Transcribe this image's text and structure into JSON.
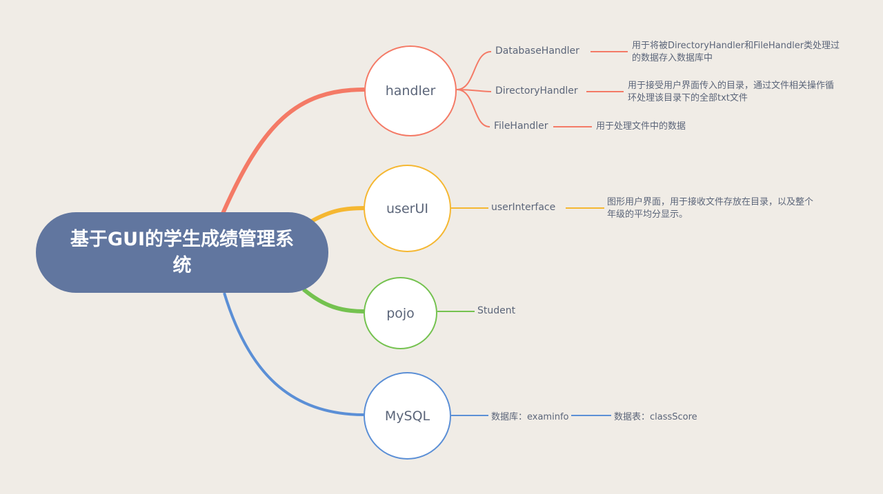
{
  "root": {
    "title": "基于GUI的学生成绩管理系统"
  },
  "colors": {
    "background": "#f0ece6",
    "root_fill": "#61769f",
    "handler": "#f47a66",
    "userui": "#f5b731",
    "pojo": "#74c24f",
    "mysql": "#5b8fd6"
  },
  "branches": {
    "handler": {
      "label": "handler",
      "children": [
        {
          "label": "DatabaseHandler",
          "desc": "用于将被DirectoryHandler和FileHandler类处理过的数据存入数据库中"
        },
        {
          "label": "DirectoryHandler",
          "desc": "用于接受用户界面传入的目录，通过文件相关操作循环处理该目录下的全部txt文件"
        },
        {
          "label": "FileHandler",
          "desc": "用于处理文件中的数据"
        }
      ]
    },
    "userui": {
      "label": "userUI",
      "children": [
        {
          "label": "userInterface",
          "desc": "图形用户界面，用于接收文件存放在目录，以及整个年级的平均分显示。"
        }
      ]
    },
    "pojo": {
      "label": "pojo",
      "children": [
        {
          "label": "Student"
        }
      ]
    },
    "mysql": {
      "label": "MySQL",
      "children": [
        {
          "label": "数据库：examinfo",
          "child": "数据表：classScore"
        }
      ]
    }
  }
}
